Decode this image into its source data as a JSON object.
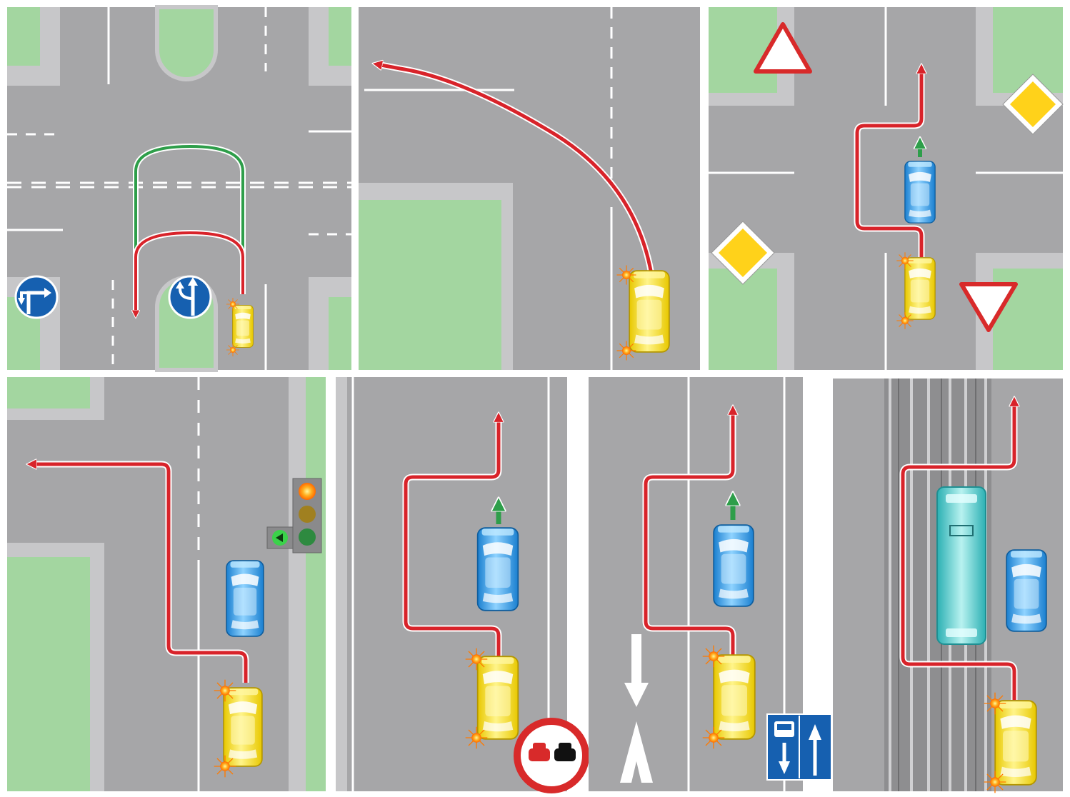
{
  "diagram": {
    "title": "",
    "panels": [
      {
        "id": "panel-1",
        "description_items": [
          "sign-left-turn-route",
          "sign-straight-or-left-u-turn",
          "yellow-car-turn-signals",
          "red-path-wrong",
          "green-path-correct"
        ]
      },
      {
        "id": "panel-2",
        "description_items": [
          "yellow-car-left-turn-from-right-lane"
        ]
      },
      {
        "id": "panel-3",
        "description_items": [
          "sign-yield",
          "sign-priority-road",
          "yellow-car-overtaking-blue-car"
        ]
      },
      {
        "id": "panel-4",
        "description_items": [
          "traffic-light-with-left-arrow",
          "yellow-car-left-turn"
        ]
      },
      {
        "id": "panel-5",
        "description_items": [
          "sign-no-overtaking",
          "yellow-car-overtaking"
        ]
      },
      {
        "id": "panel-6",
        "description_items": [
          "bus-lane-sign",
          "reverse-lane-arrow",
          "yellow-car-overtaking"
        ]
      },
      {
        "id": "panel-7",
        "description_items": [
          "tram-tracks",
          "yellow-car-overtaking-tram"
        ]
      }
    ]
  },
  "colors": {
    "asphalt": "#a6a6a8",
    "grass": "#a3d6a0",
    "curb": "#c7c7c9",
    "marking": "#ffffff",
    "path_red": "#d8232a",
    "path_green": "#2e9e4a",
    "car_yellow": "#f5e12b",
    "car_blue": "#3aa3e0",
    "tram_teal": "#4fc7c9",
    "sign_blue": "#1660b0",
    "sign_red": "#d82a2a",
    "sign_yellow": "#ffd21a"
  },
  "icons": [
    "turn-signal-flash-icon",
    "traffic-light-icon",
    "yield-sign-icon",
    "priority-road-sign-icon",
    "no-overtaking-sign-icon",
    "bus-lane-sign-icon",
    "direction-sign-icon"
  ]
}
